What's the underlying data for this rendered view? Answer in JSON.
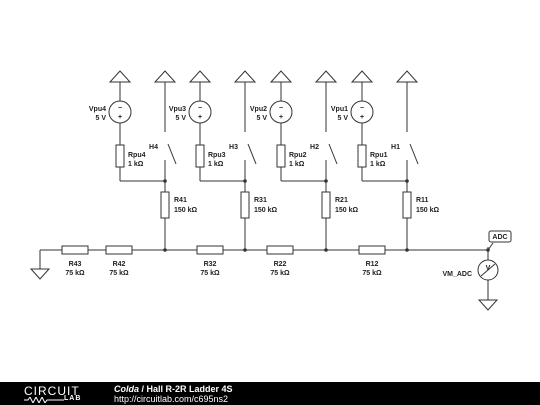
{
  "diagram": {
    "supplies": [
      {
        "name": "Vpu4",
        "value": "5 V"
      },
      {
        "name": "Vpu3",
        "value": "5 V"
      },
      {
        "name": "Vpu2",
        "value": "5 V"
      },
      {
        "name": "Vpu1",
        "value": "5 V"
      }
    ],
    "pullups": [
      {
        "name": "Rpu4",
        "value": "1 kΩ"
      },
      {
        "name": "Rpu3",
        "value": "1 kΩ"
      },
      {
        "name": "Rpu2",
        "value": "1 kΩ"
      },
      {
        "name": "Rpu1",
        "value": "1 kΩ"
      }
    ],
    "switches": [
      "H4",
      "H3",
      "H2",
      "H1"
    ],
    "rungs": [
      {
        "name": "R41",
        "value": "150 kΩ"
      },
      {
        "name": "R31",
        "value": "150 kΩ"
      },
      {
        "name": "R21",
        "value": "150 kΩ"
      },
      {
        "name": "R11",
        "value": "150 kΩ"
      }
    ],
    "ladder": [
      {
        "name": "R43",
        "value": "75 kΩ"
      },
      {
        "name": "R42",
        "value": "75 kΩ"
      },
      {
        "name": "R32",
        "value": "75 kΩ"
      },
      {
        "name": "R22",
        "value": "75 kΩ"
      },
      {
        "name": "R12",
        "value": "75 kΩ"
      }
    ],
    "sign_minus": "−",
    "sign_plus": "+",
    "adc_tag": "ADC",
    "meter": {
      "name": "VM_ADC",
      "symbol": "V"
    }
  },
  "footer": {
    "logo_top": "CIRCUIT",
    "logo_bottom": "LAB",
    "author": "Colda",
    "separator": " / ",
    "title": "Hall R-2R Ladder 4S",
    "url": "http://circuitlab.com/c695ns2"
  },
  "colors": {
    "footer_bg": "#000000",
    "ink": "#333333"
  }
}
